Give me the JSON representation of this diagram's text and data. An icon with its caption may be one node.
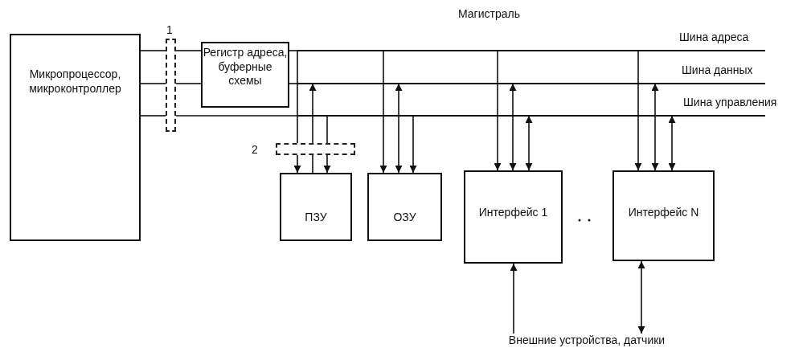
{
  "diagram": {
    "nodes": [
      {
        "text": [
          "Микропроцессор, микроконтроллер"
        ]
      },
      {
        "text": [
          "Регистр адреса, буферные схемы"
        ]
      },
      {
        "text": [],
        "shape": "line",
        "beside": [
          "Шина адреса"
        ]
      },
      {
        "text": [],
        "shape": "line",
        "beside": [
          "Шина данных"
        ]
      },
      {
        "text": [],
        "shape": "line",
        "beside": [
          "Шина управления"
        ]
      },
      {
        "text": [
          "ПЗУ"
        ]
      },
      {
        "text": [
          "ОЗУ"
        ]
      },
      {
        "text": [
          "Интерфейс 1"
        ]
      },
      {
        "text": [
          "Интерфейс N"
        ]
      },
      {
        "text": [
          "Внешние устройства, датчики"
        ]
      },
      {
        "text": [],
        "shape": "box",
        "beside": [
          "1"
        ]
      },
      {
        "text": [],
        "shape": "box",
        "beside": [
          "2"
        ]
      }
    ],
    "edges": [
      {
        "from": 0,
        "to": 10,
        "arrow": "none"
      },
      {
        "from": 0,
        "to": 10,
        "arrow": "none"
      },
      {
        "from": 0,
        "to": 10,
        "arrow": "none"
      },
      {
        "from": 10,
        "to": 1,
        "arrow": "none"
      },
      {
        "from": 10,
        "to": 1,
        "arrow": "none"
      },
      {
        "from": 10,
        "to": 4,
        "arrow": "none"
      },
      {
        "from": 1,
        "to": 2,
        "arrow": "none"
      },
      {
        "from": 1,
        "to": 3,
        "arrow": "none"
      },
      {
        "from": 2,
        "to": 11,
        "arrow": "none"
      },
      {
        "from": 11,
        "to": 5,
        "arrow": "to"
      },
      {
        "from": 11,
        "to": 3,
        "arrow": "to"
      },
      {
        "from": 11,
        "to": 5,
        "arrow": "none"
      },
      {
        "from": 4,
        "to": 11,
        "arrow": "none"
      },
      {
        "from": 11,
        "to": 5,
        "arrow": "to"
      },
      {
        "from": 2,
        "to": 6,
        "arrow": "to"
      },
      {
        "from": 3,
        "to": 6,
        "arrow": "both"
      },
      {
        "from": 4,
        "to": 6,
        "arrow": "to"
      },
      {
        "from": 2,
        "to": 7,
        "arrow": "to"
      },
      {
        "from": 3,
        "to": 7,
        "arrow": "both"
      },
      {
        "from": 4,
        "to": 7,
        "arrow": "both"
      },
      {
        "from": 2,
        "to": 8,
        "arrow": "to"
      },
      {
        "from": 3,
        "to": 8,
        "arrow": "both"
      },
      {
        "from": 4,
        "to": 8,
        "arrow": "both"
      },
      {
        "from": 9,
        "to": 7,
        "arrow": "to"
      },
      {
        "from": 8,
        "to": 9,
        "arrow": "both"
      }
    ],
    "labels": [
      "Магистраль"
    ]
  }
}
